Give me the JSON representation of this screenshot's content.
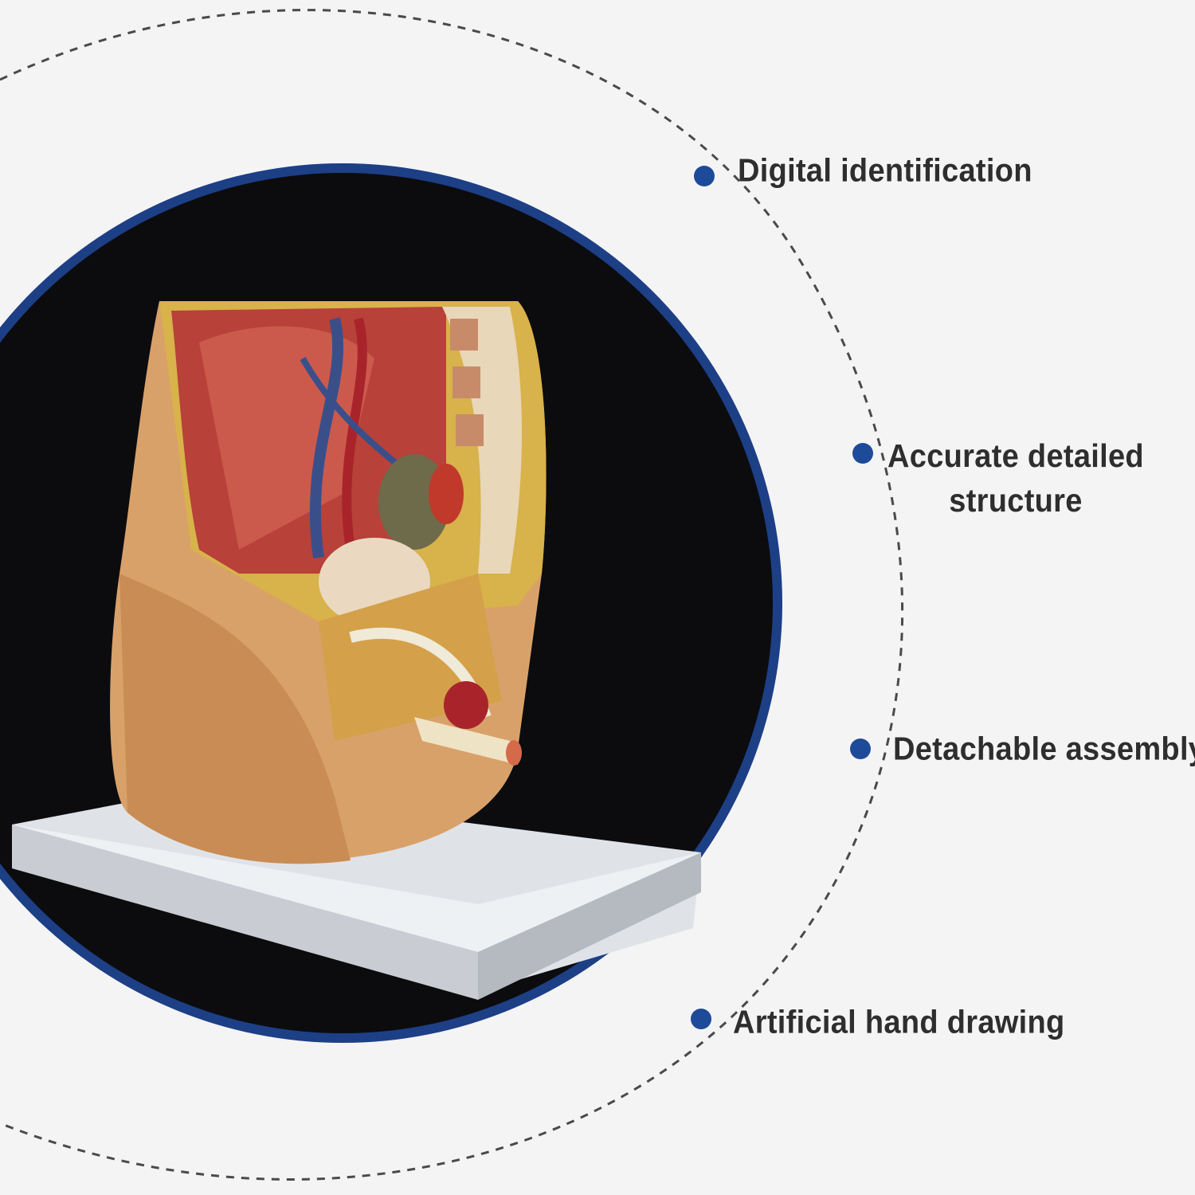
{
  "colors": {
    "background": "#f4f4f4",
    "dashed_line": "#4a4a4a",
    "circle_ring": "#1d3f86",
    "circle_fill": "#0c0c0e",
    "dot": "#1e4a9a",
    "text": "#2e2e2e"
  },
  "features": [
    {
      "label": "Digital identification",
      "icon": "bullet-dot"
    },
    {
      "label": "Accurate detailed structure",
      "icon": "bullet-dot"
    },
    {
      "label": "Detachable assembly",
      "icon": "bullet-dot"
    },
    {
      "label": "Artificial hand drawing",
      "icon": "bullet-dot"
    }
  ],
  "image": {
    "subject": "pelvis-section-model-on-stand"
  }
}
